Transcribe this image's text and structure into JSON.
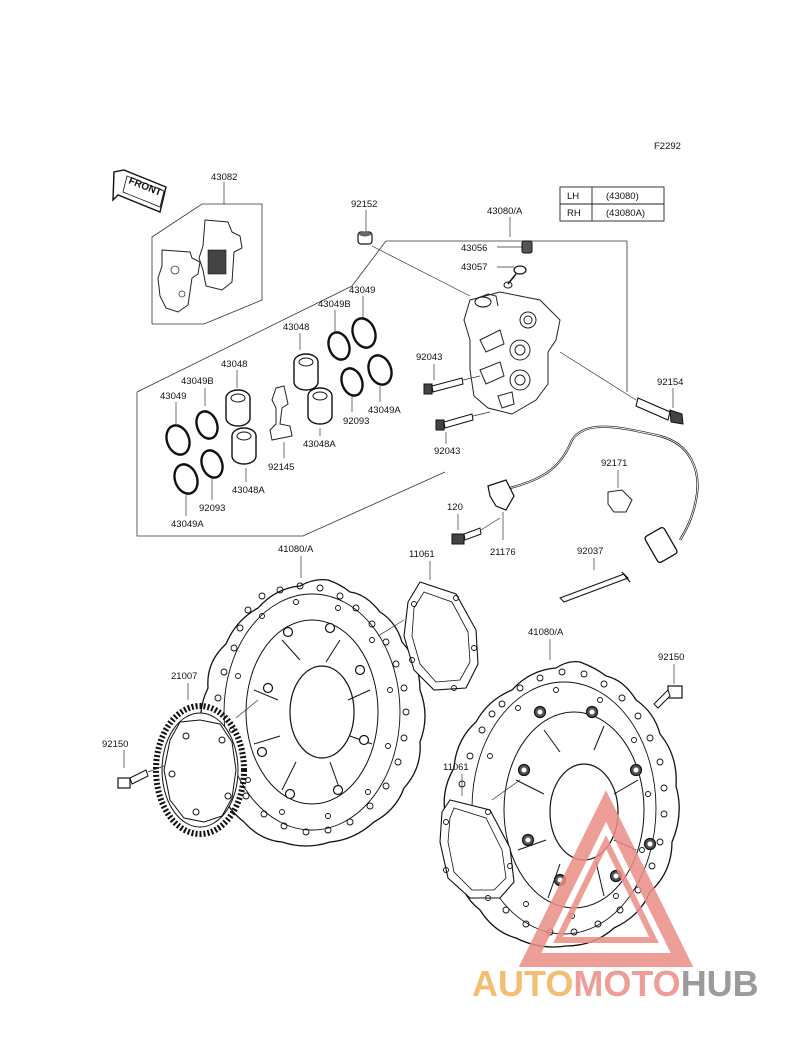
{
  "figure_code": "F2292",
  "front_label": "FRONT",
  "table": {
    "rows": [
      {
        "side": "LH",
        "part": "(43080)"
      },
      {
        "side": "RH",
        "part": "(43080A)"
      }
    ]
  },
  "labels": {
    "p43082": "43082",
    "p92152": "92152",
    "p43080A": "43080/A",
    "p43056": "43056",
    "p43057": "43057",
    "p43049_top": "43049",
    "p43049B_top": "43049B",
    "p43048_top": "43048",
    "p92043_a": "92043",
    "p92043_b": "92043",
    "p92154": "92154",
    "p43048_mid": "43048",
    "p43049B_left": "43049B",
    "p43049_left": "43049",
    "p92093_right": "92093",
    "p43049A_right": "43049A",
    "p43048A_right": "43048A",
    "p92145": "92145",
    "p43048A_left": "43048A",
    "p92093_left": "92093",
    "p43049A_left": "43049A",
    "p92171": "92171",
    "p120": "120",
    "p21176": "21176",
    "p92037": "92037",
    "p41080A_left": "41080/A",
    "p11061_top": "11061",
    "p41080A_right": "41080/A",
    "p92150_right": "92150",
    "p21007": "21007",
    "p92150_left": "92150",
    "p11061_bottom": "11061"
  },
  "watermark": {
    "part1": "AUTO",
    "part2": "MOTO",
    "part3": "HUB",
    "color1": "#f2b25a",
    "color2": "#ea8f86",
    "color3": "#8a8a8a"
  }
}
